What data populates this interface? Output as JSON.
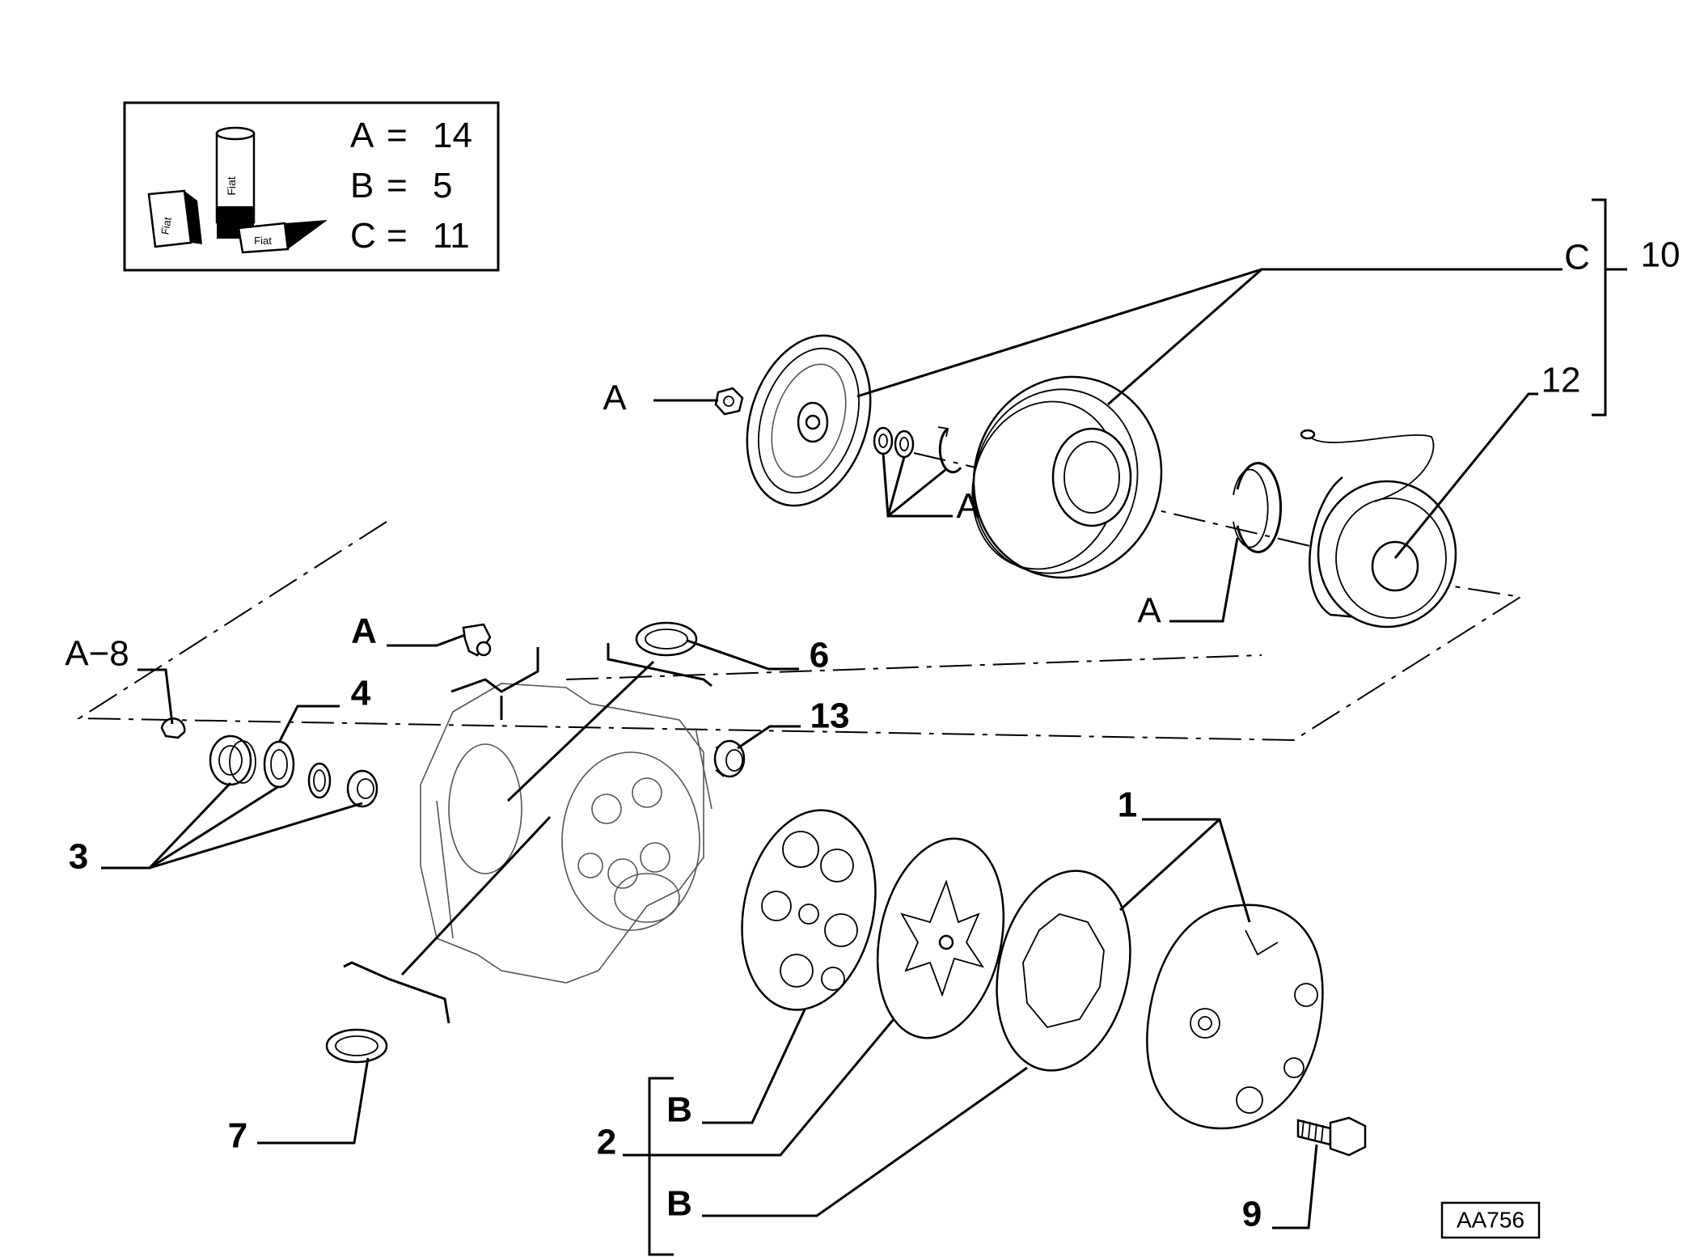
{
  "legend": {
    "can_brand": "Fiat",
    "rows": [
      {
        "key": "A",
        "eq": "=",
        "value": "14"
      },
      {
        "key": "B",
        "eq": "=",
        "value": "5"
      },
      {
        "key": "C",
        "eq": "=",
        "value": "11"
      }
    ]
  },
  "labels": {
    "A_nut": "A",
    "A_rings": "A",
    "A_snap": "A",
    "A_valve": "A",
    "A8": "A−8",
    "C": "C",
    "B_upper": "B",
    "B_lower": "B",
    "n1": "1",
    "n2": "2",
    "n3": "3",
    "n4": "4",
    "n6": "6",
    "n7": "7",
    "n9": "9",
    "n10": "10",
    "n12": "12",
    "n13": "13"
  },
  "ref_code": "AA756"
}
